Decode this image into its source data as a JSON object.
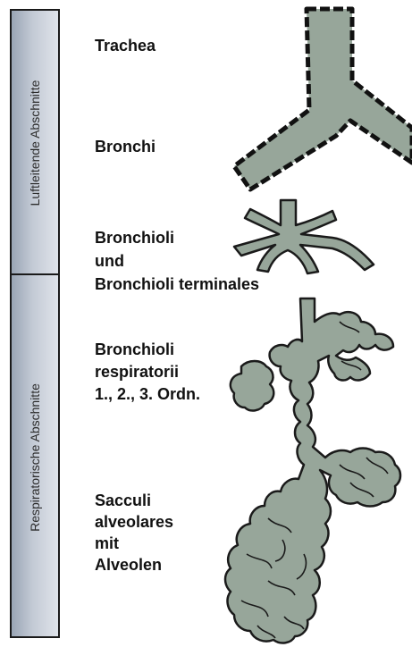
{
  "sections": {
    "upper": "Luftleitende Abschnitte",
    "lower": "Respiratorische Abschnitte"
  },
  "labels": {
    "trachea": "Trachea",
    "bronchi": "Bronchi",
    "bronchioli_1": "Bronchioli",
    "bronchioli_2": "und",
    "bronchioli_3": "Bronchioli terminales",
    "resp_1": "Bronchioli",
    "resp_2": "respiratorii",
    "resp_3": "1., 2., 3. Ordn.",
    "sacc_1": "Sacculi",
    "sacc_2": "alveolares",
    "sacc_3": "mit",
    "sacc_4": "Alveolen"
  },
  "colors": {
    "fill": "#97a69a",
    "outline": "#1a1a1a",
    "sidebar": "#b9c1cd"
  }
}
